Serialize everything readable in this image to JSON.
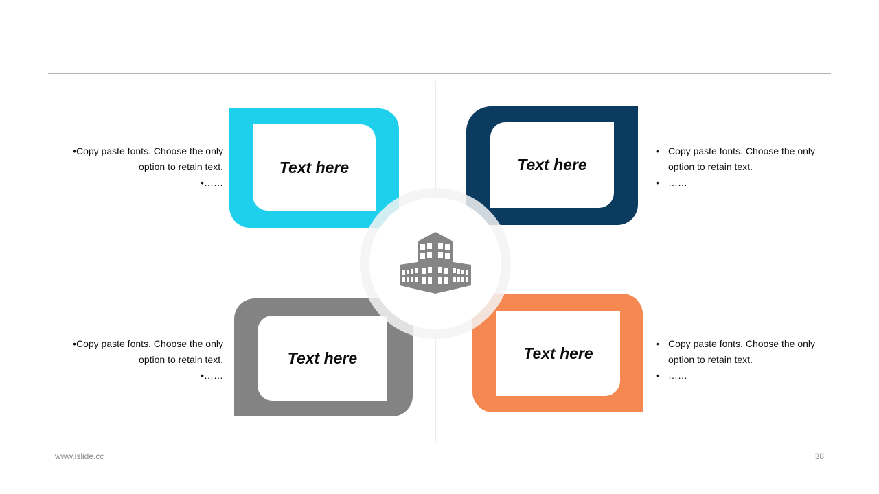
{
  "cards": [
    {
      "label": "Text here",
      "color": "#1fd0ec"
    },
    {
      "label": "Text here",
      "color": "#0b3b5e"
    },
    {
      "label": "Text here",
      "color": "#838383"
    },
    {
      "label": "Text here",
      "color": "#f48850"
    }
  ],
  "blocks": [
    {
      "line1": "Copy paste fonts. Choose the only",
      "line2": "option to retain text.",
      "line3": "……"
    },
    {
      "line1": "Copy paste fonts. Choose the only",
      "line2": "option to retain text.",
      "line3": "……"
    },
    {
      "line1": "Copy paste fonts. Choose the only",
      "line2": "option to retain text.",
      "line3": "……"
    },
    {
      "line1": "Copy paste fonts. Choose the only",
      "line2": "option to retain text.",
      "line3": "……"
    }
  ],
  "center_icon": "building-icon",
  "footer": {
    "website": "www.islide.cc",
    "page_number": "38"
  }
}
